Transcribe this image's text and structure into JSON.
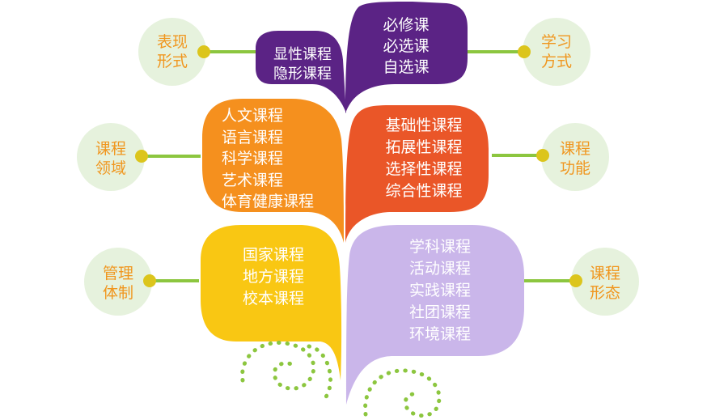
{
  "colors": {
    "purple": "#5b2385",
    "orange": "#f5901e",
    "red_orange": "#ea5628",
    "yellow": "#f9c713",
    "lavender": "#cab6ea",
    "stem_green": "#8cc63f",
    "circle_bg": "#e6f2dd",
    "dot_yellow": "#dcc51c",
    "label_orange": "#f0961e"
  },
  "categories": {
    "form": [
      "表现",
      "形式"
    ],
    "learning": [
      "学习",
      "方式"
    ],
    "domain": [
      "课程",
      "领域"
    ],
    "function": [
      "课程",
      "功能"
    ],
    "management": [
      "管理",
      "体制"
    ],
    "shape": [
      "课程",
      "形态"
    ]
  },
  "leaves": {
    "form_types": [
      "显性课程",
      "隐形课程"
    ],
    "learning_types": [
      "必修课",
      "必选课",
      "自选课"
    ],
    "domain_types": [
      "人文课程",
      "语言课程",
      "科学课程",
      "艺术课程",
      "体育健康课程"
    ],
    "function_types": [
      "基础性课程",
      "拓展性课程",
      "选择性课程",
      "综合性课程"
    ],
    "management_types": [
      "国家课程",
      "地方课程",
      "校本课程"
    ],
    "shape_types": [
      "学科课程",
      "活动课程",
      "实践课程",
      "社团课程",
      "环境课程"
    ]
  }
}
